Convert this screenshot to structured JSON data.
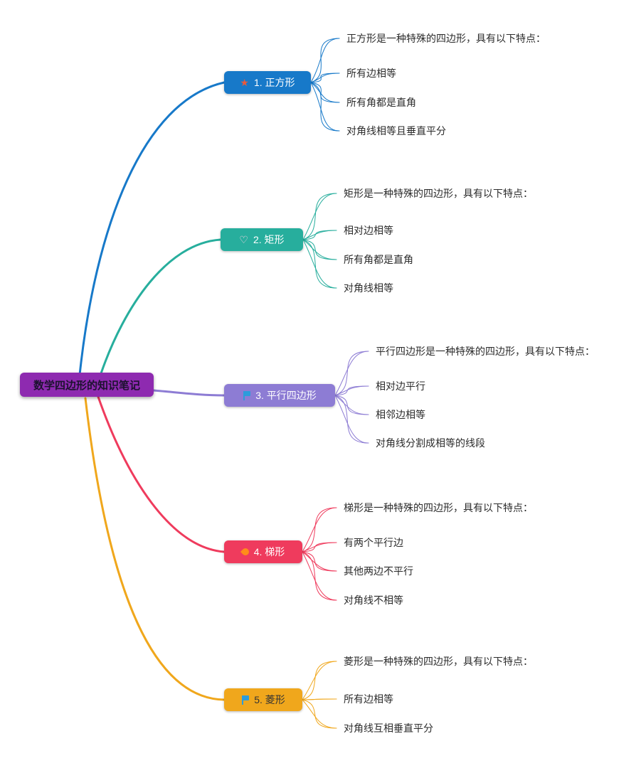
{
  "root": {
    "label": "数学四边形的知识笔记",
    "color": "#8e2ab0",
    "text_color": "#1d1230"
  },
  "branches": [
    {
      "label": "1. 正方形",
      "icon": "star",
      "icon_glyph": "★",
      "icon_color": "#e85a3c",
      "color": "#1779c9",
      "text_color": "#ffffff",
      "leaves": [
        "正方形是一种特殊的四边形，具有以下特点：",
        "所有边相等",
        "所有角都是直角",
        "对角线相等且垂直平分"
      ]
    },
    {
      "label": "2. 矩形",
      "icon": "heart",
      "icon_glyph": "♡",
      "icon_color": "#ffd5e5",
      "color": "#27ae9d",
      "text_color": "#ffffff",
      "leaves": [
        "矩形是一种特殊的四边形，具有以下特点：",
        "相对边相等",
        "所有角都是直角",
        "对角线相等"
      ]
    },
    {
      "label": "3. 平行四边形",
      "icon": "flag",
      "icon_color": "#2d9cdb",
      "color": "#8d7cd4",
      "text_color": "#ffffff",
      "leaves": [
        "平行四边形是一种特殊的四边形，具有以下特点：",
        "相对边平行",
        "相邻边相等",
        "对角线分割成相等的线段"
      ]
    },
    {
      "label": "4. 梯形",
      "icon": "fire",
      "icon_color": "#ff8c1a",
      "color": "#ef3b5d",
      "text_color": "#ffffff",
      "leaves": [
        "梯形是一种特殊的四边形，具有以下特点：",
        "有两个平行边",
        "其他两边不平行",
        "对角线不相等"
      ]
    },
    {
      "label": "5. 菱形",
      "icon": "flag",
      "icon_color": "#2d9cdb",
      "color": "#f0a71c",
      "text_color": "#333333",
      "leaves": [
        "菱形是一种特殊的四边形，具有以下特点：",
        "所有边相等",
        "对角线互相垂直平分"
      ]
    }
  ]
}
